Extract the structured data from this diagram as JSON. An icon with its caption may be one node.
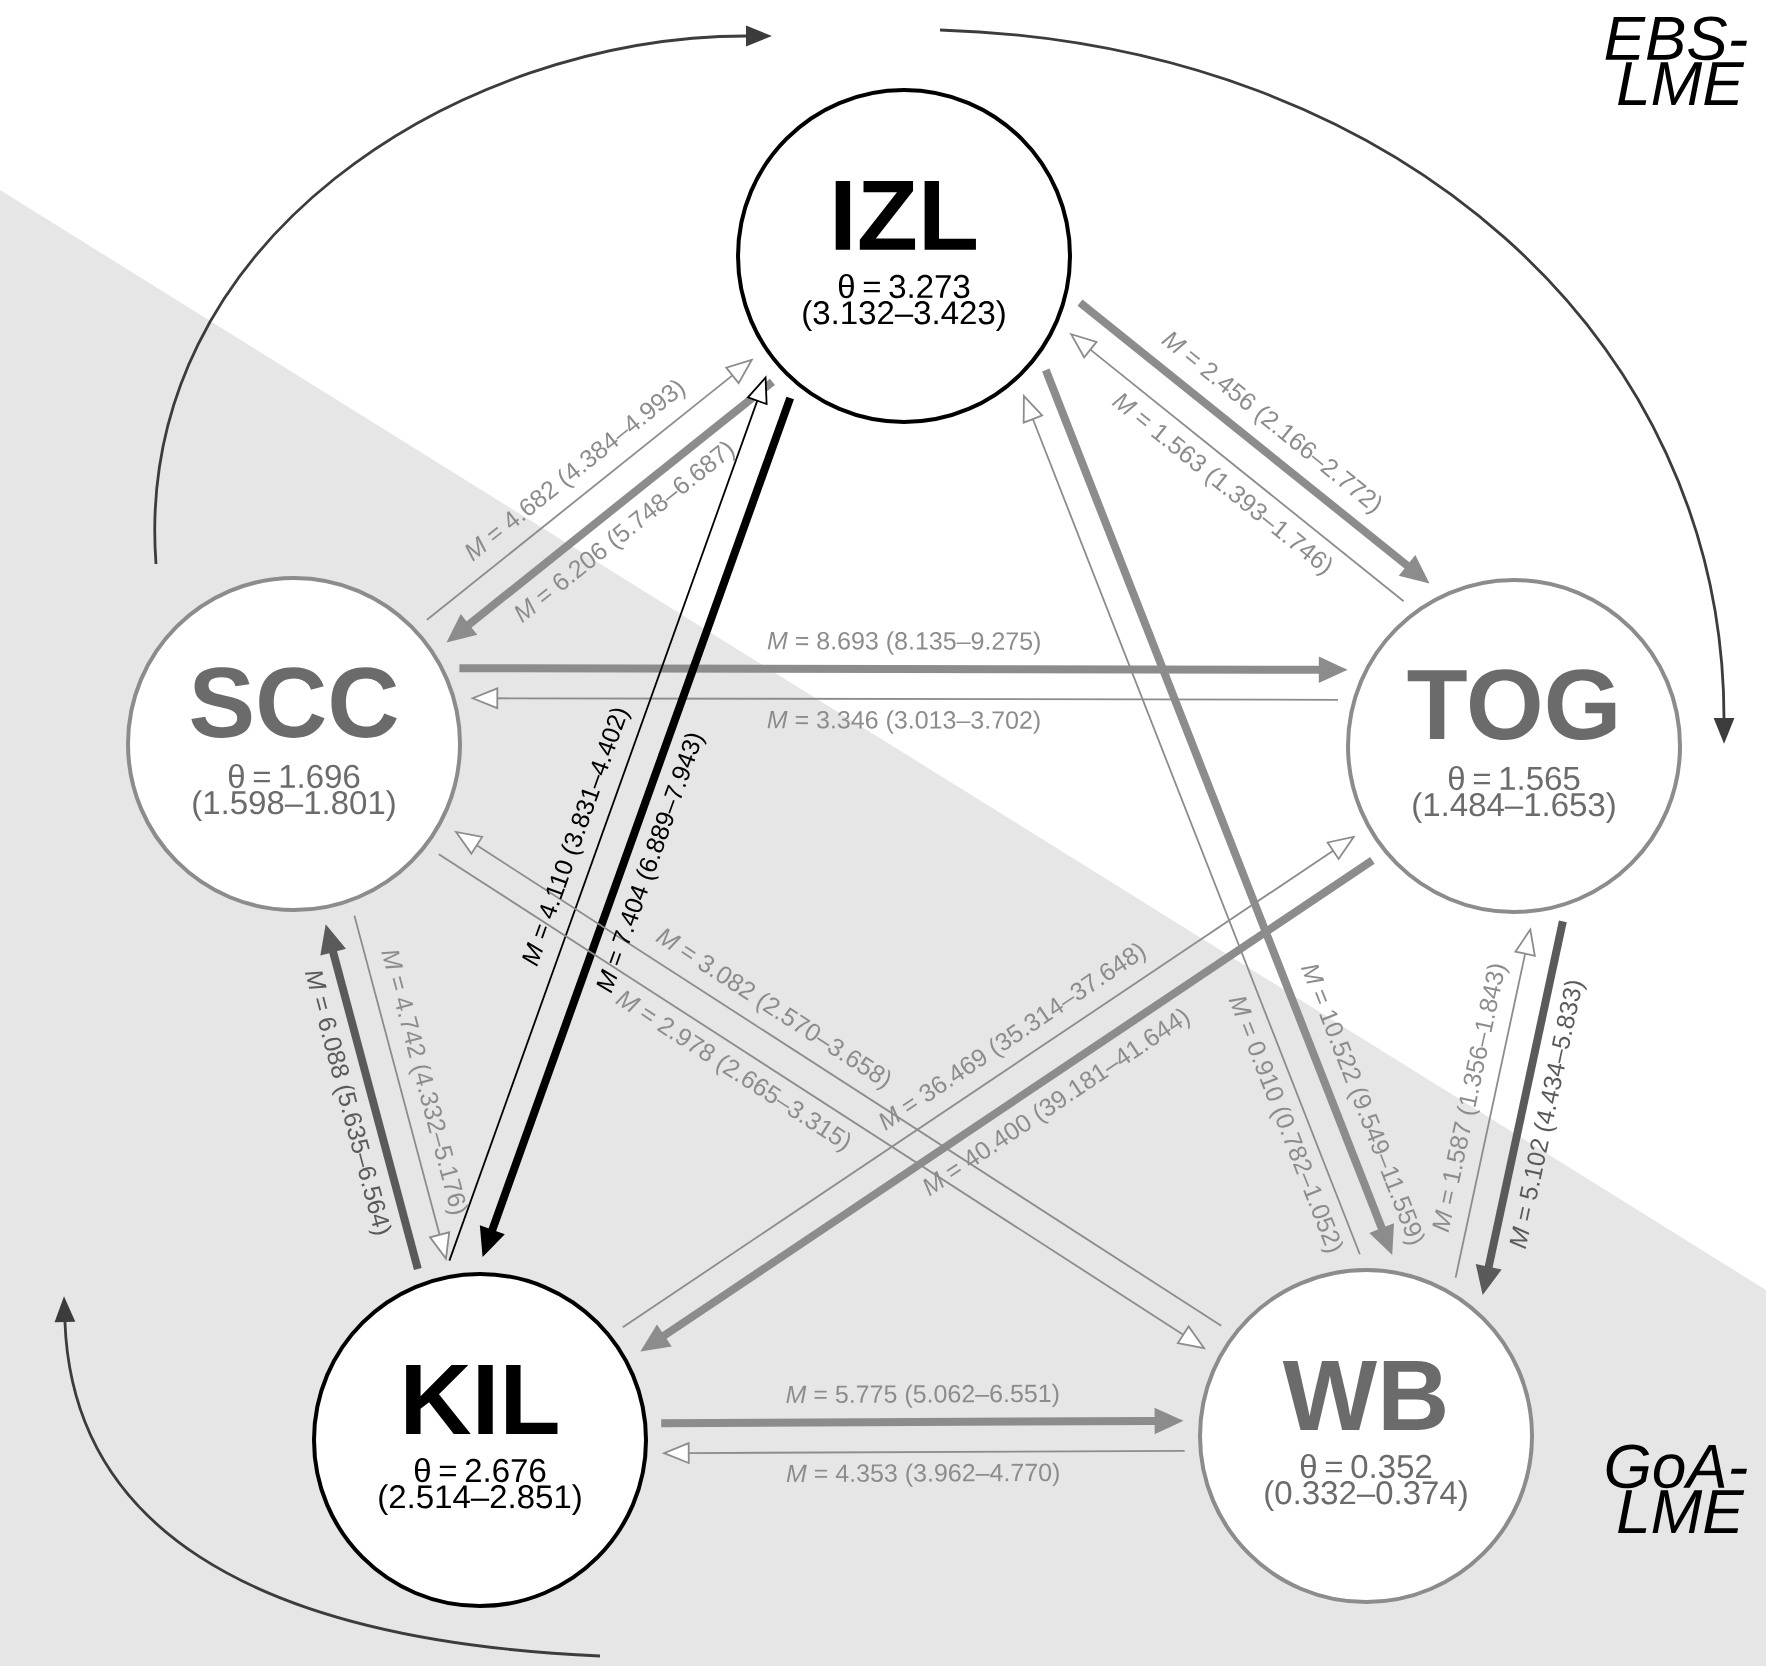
{
  "diagram": {
    "nodes": [
      {
        "text": [
          "IZL",
          "θ = 3.273 (3.132–3.423)"
        ]
      },
      {
        "text": [
          "SCC",
          "θ = 1.696 (1.598–1.801)"
        ]
      },
      {
        "text": [
          "TOG",
          "θ = 1.565 (1.484–1.653)"
        ]
      },
      {
        "text": [
          "KIL",
          "θ = 2.676 (2.514–2.851)"
        ]
      },
      {
        "text": [
          "WB",
          "θ = 0.352 (0.332–0.374)"
        ]
      }
    ],
    "edges": [
      {
        "from": 1,
        "to": 0,
        "arrow": "to",
        "label": "*M* = 4.682 (4.384–4.993)"
      },
      {
        "from": 0,
        "to": 1,
        "arrow": "to",
        "label": "*M* = 6.206 (5.748–6.687)",
        "style": "thick"
      },
      {
        "from": 0,
        "to": 2,
        "arrow": "to",
        "label": "*M* = 2.456 (2.166–2.772)",
        "style": "thick"
      },
      {
        "from": 2,
        "to": 0,
        "arrow": "to",
        "label": "*M* = 1.563 (1.393–1.746)"
      },
      {
        "from": 1,
        "to": 2,
        "arrow": "to",
        "label": "*M* = 8.693 (8.135–9.275)",
        "style": "thick"
      },
      {
        "from": 2,
        "to": 1,
        "arrow": "to",
        "label": "*M* = 3.346 (3.013–3.702)"
      },
      {
        "from": 3,
        "to": 0,
        "arrow": "to",
        "label": "*M* = 4.110 (3.831–4.402)",
        "color": "#000000"
      },
      {
        "from": 0,
        "to": 3,
        "arrow": "to",
        "label": "*M* = 7.404 (6.889–7.943)",
        "style": "thick",
        "color": "#000000"
      },
      {
        "from": 4,
        "to": 0,
        "arrow": "to",
        "label": "*M* = 0.910 (0.782–1.052)"
      },
      {
        "from": 0,
        "to": 4,
        "arrow": "to",
        "label": "*M* = 10.522 (9.549–11.559)",
        "style": "thick"
      },
      {
        "from": 3,
        "to": 1,
        "arrow": "to",
        "label": "*M* = 6.088 (5.635–6.564)",
        "style": "thick",
        "color": "#5a5a5a"
      },
      {
        "from": 1,
        "to": 3,
        "arrow": "to",
        "label": "*M* = 4.742 (4.332–5.176)"
      },
      {
        "from": 4,
        "to": 1,
        "arrow": "to",
        "label": "*M* = 3.082 (2.570–3.658)"
      },
      {
        "from": 1,
        "to": 4,
        "arrow": "to",
        "label": "*M* = 2.978 (2.665–3.315)"
      },
      {
        "from": 3,
        "to": 2,
        "arrow": "to",
        "label": "*M* = 36.469 (35.314–37.648)"
      },
      {
        "from": 2,
        "to": 3,
        "arrow": "to",
        "label": "*M* = 40.400 (39.181–41.644)",
        "style": "thick"
      },
      {
        "from": 4,
        "to": 2,
        "arrow": "to",
        "label": "*M* = 1.587 (1.356–1.843)"
      },
      {
        "from": 2,
        "to": 4,
        "arrow": "to",
        "label": "*M* = 5.102 (4.434–5.833)",
        "style": "thick",
        "color": "#5a5a5a"
      },
      {
        "from": 3,
        "to": 4,
        "arrow": "to",
        "label": "*M* = 5.775 (5.062–6.551)",
        "style": "thick"
      },
      {
        "from": 4,
        "to": 3,
        "arrow": "to",
        "label": "*M* = 4.353 (3.962–4.770)"
      }
    ],
    "labels": [
      "EBS-LME",
      "GoA-LME"
    ]
  }
}
